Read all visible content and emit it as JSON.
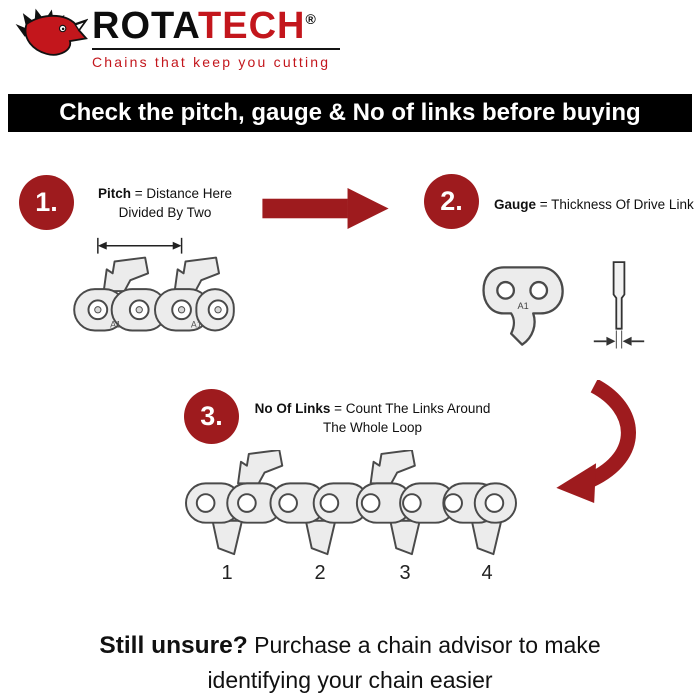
{
  "colors": {
    "accent": "#9e1b1e",
    "logo_red": "#c3161c",
    "banner_bg": "#000000",
    "outline": "#4a4a4a",
    "link_fill": "#ececec"
  },
  "logo": {
    "brand_black": "ROTA",
    "brand_red": "TECH",
    "registered": "®",
    "tagline": "Chains that keep you cutting"
  },
  "banner": {
    "text": "Check the pitch, gauge & No of links before buying"
  },
  "steps": {
    "step1": {
      "number": "1.",
      "term": "Pitch",
      "line1_rest": " = Distance Here",
      "line2": "Divided By Two"
    },
    "step2": {
      "number": "2.",
      "term": "Gauge",
      "rest": " = Thickness Of Drive Link"
    },
    "step3": {
      "number": "3.",
      "term": "No Of Links",
      "line1_rest": " = Count The Links Around",
      "line2": "The Whole Loop"
    }
  },
  "labels": {
    "a1": "A1"
  },
  "link_numbers": [
    "1",
    "2",
    "3",
    "4"
  ],
  "footer": {
    "bold": "Still unsure?",
    "line1_rest": " Purchase a chain advisor to make",
    "line2": "identifying your chain easier"
  }
}
